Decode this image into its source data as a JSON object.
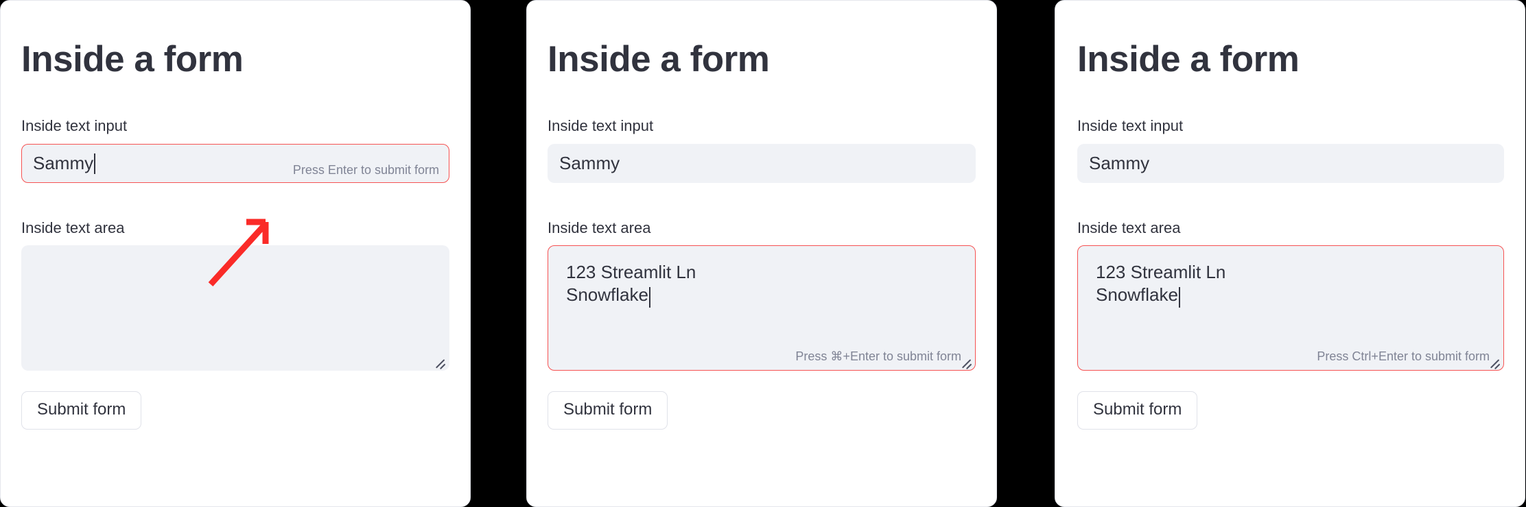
{
  "theme": {
    "page_background": "#000000",
    "panel_background": "#ffffff",
    "panel_border": "#e4e6ec",
    "widget_background": "#f0f2f6",
    "text_primary": "#31333e",
    "text_muted": "#808495",
    "focus_red": "#f65252",
    "annotation_red": "#fa2b28"
  },
  "panels": [
    {
      "id": "panel-enter-hint",
      "title": "Inside a form",
      "text_input": {
        "label": "Inside text input",
        "value": "Sammy",
        "focused": true,
        "caret": true,
        "submit_hint": "Press Enter to submit form"
      },
      "text_area": {
        "label": "Inside text area",
        "value": "",
        "focused": false,
        "caret": false,
        "submit_hint": "",
        "resize_handle_icon": "resize-handle-icon"
      },
      "submit_button": "Submit form",
      "annotation": {
        "icon": "red-arrow-up-right-icon",
        "color": "#fa2b28",
        "points_to": "text-input-submit-hint"
      }
    },
    {
      "id": "panel-cmd-enter-hint",
      "title": "Inside a form",
      "text_input": {
        "label": "Inside text input",
        "value": "Sammy",
        "focused": false,
        "caret": false,
        "submit_hint": ""
      },
      "text_area": {
        "label": "Inside text area",
        "value": "123 Streamlit Ln\nSnowflake",
        "line_1": "123 Streamlit Ln",
        "line_2": "Snowflake",
        "focused": true,
        "caret": true,
        "submit_hint": "Press ⌘+Enter to submit form",
        "resize_handle_icon": "resize-handle-icon"
      },
      "submit_button": "Submit form",
      "annotation": {
        "icon": "red-arrow-up-right-icon",
        "color": "#fa2b28",
        "points_to": "text-area-submit-hint"
      }
    },
    {
      "id": "panel-ctrl-enter-hint",
      "title": "Inside a form",
      "text_input": {
        "label": "Inside text input",
        "value": "Sammy",
        "focused": false,
        "caret": false,
        "submit_hint": ""
      },
      "text_area": {
        "label": "Inside text area",
        "value": "123 Streamlit Ln\nSnowflake",
        "line_1": "123 Streamlit Ln",
        "line_2": "Snowflake",
        "focused": true,
        "caret": true,
        "submit_hint": "Press Ctrl+Enter to submit form",
        "resize_handle_icon": "resize-handle-icon"
      },
      "submit_button": "Submit form",
      "annotation": {
        "icon": "red-arrow-up-right-icon",
        "color": "#fa2b28",
        "points_to": "text-area-submit-hint"
      }
    }
  ]
}
